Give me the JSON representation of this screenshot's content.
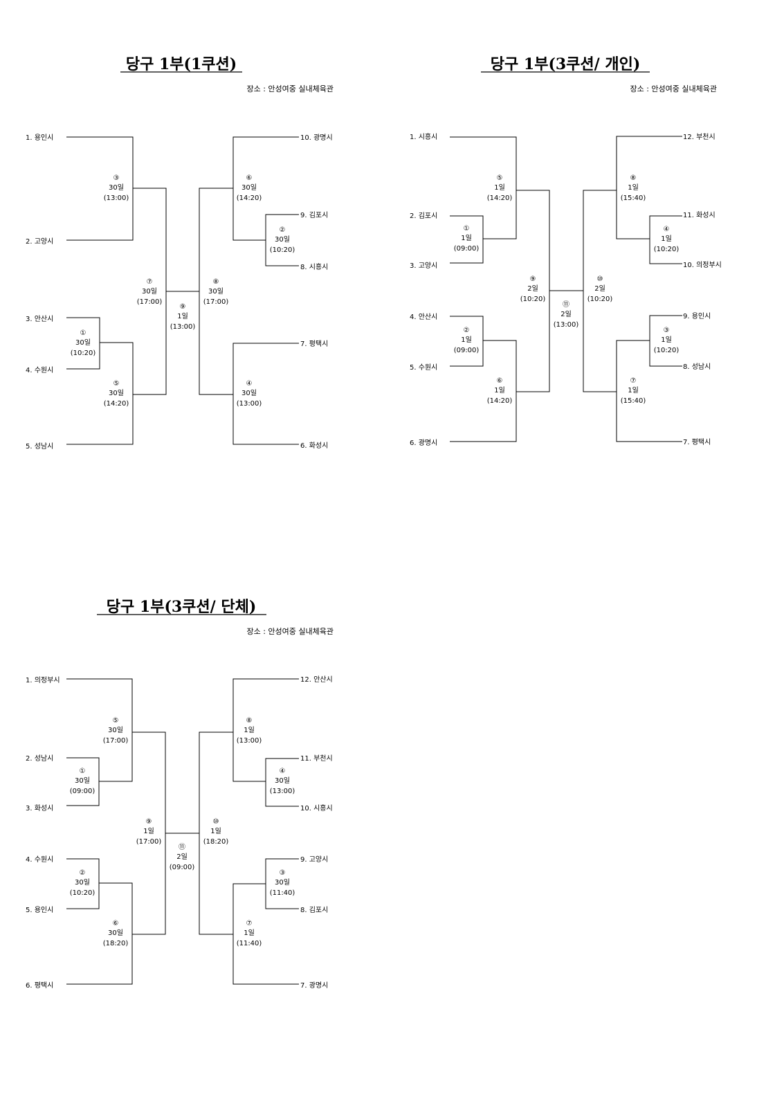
{
  "brackets": [
    {
      "title": "당구 1부(1쿠션)",
      "venue": "장소 : 안성여중 실내체육관",
      "left_teams": [
        "1. 용인시",
        "2. 고양시",
        "3. 안산시",
        "4. 수원시",
        "5. 성남시"
      ],
      "right_teams": [
        "10. 광명시",
        "9. 김포시",
        "8. 시흥시",
        "7. 평택시",
        "6. 화성시"
      ],
      "matches": {
        "L_qf": {
          "num": "①",
          "day": "30일",
          "time": "(10:20)"
        },
        "L_sf_top": {
          "num": "③",
          "day": "30일",
          "time": "(13:00)"
        },
        "L_sf_bot": {
          "num": "⑤",
          "day": "30일",
          "time": "(14:20)"
        },
        "L_final": {
          "num": "⑦",
          "day": "30일",
          "time": "(17:00)"
        },
        "R_qf": {
          "num": "②",
          "day": "30일",
          "time": "(10:20)"
        },
        "R_sf_top": {
          "num": "⑥",
          "day": "30일",
          "time": "(14:20)"
        },
        "R_sf_bot": {
          "num": "④",
          "day": "30일",
          "time": "(13:00)"
        },
        "R_final": {
          "num": "⑧",
          "day": "30일",
          "time": "(17:00)"
        },
        "final": {
          "num": "⑨",
          "day": "1일",
          "time": "(13:00)"
        }
      }
    },
    {
      "title": "당구 1부(3쿠션/ 개인)",
      "venue": "장소 : 안성여중 실내체육관",
      "left_teams": [
        "1. 시흥시",
        "2. 김포시",
        "3. 고양시",
        "4. 안산시",
        "5. 수원시",
        "6. 광명시"
      ],
      "right_teams": [
        "12. 부천시",
        "11. 화성시",
        "10. 의정부시",
        "9. 용인시",
        "8. 성남시",
        "7. 평택시"
      ],
      "matches": {
        "L_qa": {
          "num": "①",
          "day": "1일",
          "time": "(09:00)"
        },
        "L_sa": {
          "num": "⑤",
          "day": "1일",
          "time": "(14:20)"
        },
        "L_qb": {
          "num": "②",
          "day": "1일",
          "time": "(09:00)"
        },
        "L_sb": {
          "num": "⑥",
          "day": "1일",
          "time": "(14:20)"
        },
        "L_final": {
          "num": "⑨",
          "day": "2일",
          "time": "(10:20)"
        },
        "R_qa": {
          "num": "④",
          "day": "1일",
          "time": "(10:20)"
        },
        "R_sa": {
          "num": "⑧",
          "day": "1일",
          "time": "(15:40)"
        },
        "R_qb": {
          "num": "③",
          "day": "1일",
          "time": "(10:20)"
        },
        "R_sb": {
          "num": "⑦",
          "day": "1일",
          "time": "(15:40)"
        },
        "R_final": {
          "num": "⑩",
          "day": "2일",
          "time": "(10:20)"
        },
        "final": {
          "num": "⑪",
          "day": "2일",
          "time": "(13:00)"
        }
      }
    },
    {
      "title": "당구 1부(3쿠션/ 단체)",
      "venue": "장소 : 안성여중 실내체육관",
      "left_teams": [
        "1. 의정부시",
        "2. 성남시",
        "3. 화성시",
        "4. 수원시",
        "5. 용인시",
        "6. 평택시"
      ],
      "right_teams": [
        "12. 안산시",
        "11. 부천시",
        "10. 시흥시",
        "9. 고양시",
        "8. 김포시",
        "7. 광명시"
      ],
      "matches": {
        "L_qa": {
          "num": "①",
          "day": "30일",
          "time": "(09:00)"
        },
        "L_sa": {
          "num": "⑤",
          "day": "30일",
          "time": "(17:00)"
        },
        "L_qb": {
          "num": "②",
          "day": "30일",
          "time": "(10:20)"
        },
        "L_sb": {
          "num": "⑥",
          "day": "30일",
          "time": "(18:20)"
        },
        "L_final": {
          "num": "⑨",
          "day": "1일",
          "time": "(17:00)"
        },
        "R_qa": {
          "num": "④",
          "day": "30일",
          "time": "(13:00)"
        },
        "R_sa": {
          "num": "⑧",
          "day": "1일",
          "time": "(13:00)"
        },
        "R_qb": {
          "num": "③",
          "day": "30일",
          "time": "(11:40)"
        },
        "R_sb": {
          "num": "⑦",
          "day": "1일",
          "time": "(11:40)"
        },
        "R_final": {
          "num": "⑩",
          "day": "1일",
          "time": "(18:20)"
        },
        "final": {
          "num": "⑪",
          "day": "2일",
          "time": "(09:00)"
        }
      }
    }
  ]
}
